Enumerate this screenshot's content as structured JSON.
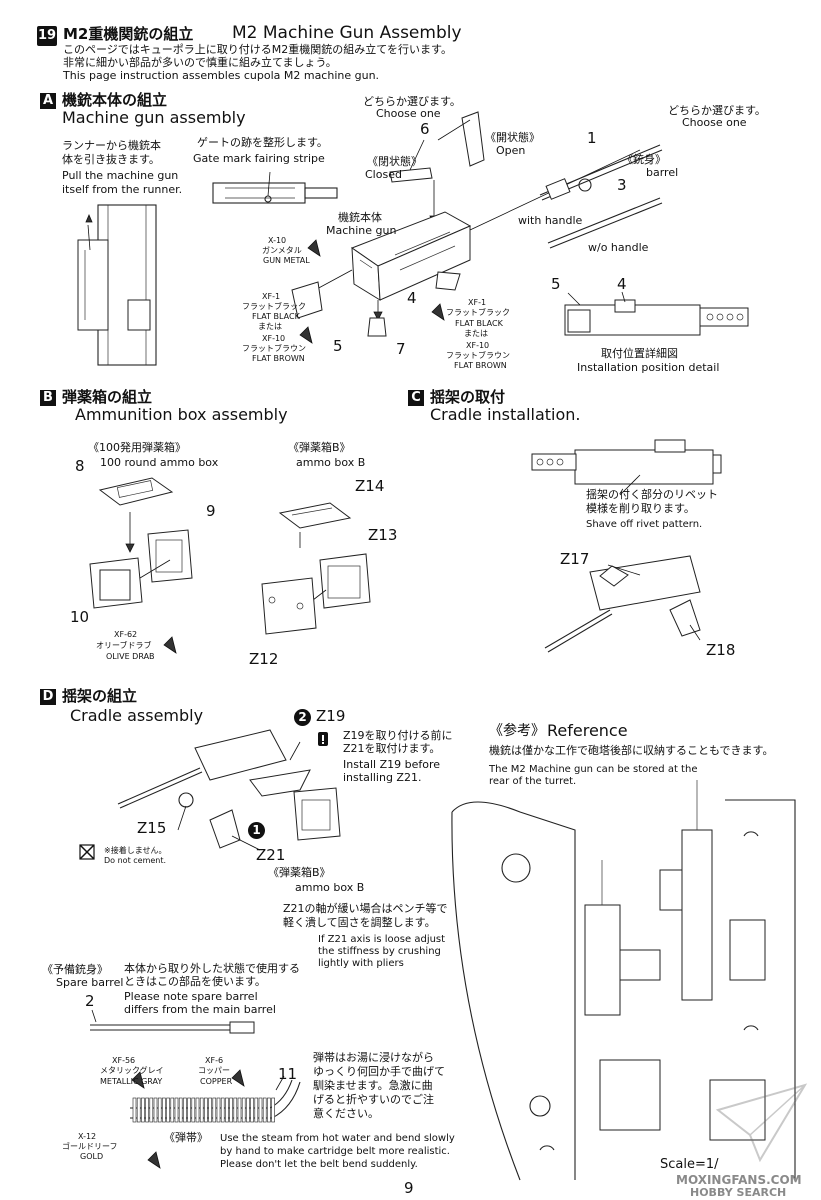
{
  "header": {
    "step_number": "19",
    "title_jp": "M2重機関銃の組立",
    "title_en": "M2 Machine Gun Assembly",
    "intro_jp_1": "このページではキューポラ上に取り付けるM2重機関銃の組み立てを行います。",
    "intro_jp_2": "非常に細かい部品が多いので慎重に組み立てましょう。",
    "intro_en": "This page instruction assembles cupola M2 machine gun."
  },
  "section_a": {
    "letter": "A",
    "title_jp": "機銃本体の組立",
    "title_en": "Machine gun assembly",
    "runner_jp_1": "ランナーから機銃本",
    "runner_jp_2": "体を引き抜きます。",
    "runner_en_1": "Pull the machine gun",
    "runner_en_2": "itself from the runner.",
    "gate_jp": "ゲートの跡を整形します。",
    "gate_en": "Gate mark fairing stripe",
    "choose_jp_1": "どちらか選びます。",
    "choose_en_1": "Choose one",
    "part6": "6",
    "open_jp": "《開状態》",
    "open_en": "Open",
    "closed_jp": "《閉状態》",
    "closed_en": "Closed",
    "choose_jp_2": "どちらか選びます。",
    "choose_en_2": "Choose one",
    "part1": "1",
    "barrel_jp": "《銃身》",
    "barrel_en": "barrel",
    "part3": "3",
    "with_handle": "with handle",
    "wo_handle": "w/o handle",
    "mg_jp": "機銃本体",
    "mg_en": "Machine gun",
    "x10_code": "X-10",
    "x10_jp": "ガンメタル",
    "x10_en": "GUN METAL",
    "xf1_code_l": "XF-1",
    "xf1_jp_l": "フラットブラック",
    "xf1_en_l": "FLAT BLACK",
    "or_l": "または",
    "xf10_code_l": "XF-10",
    "xf10_jp_l": "フラットブラウン",
    "xf10_en_l": "FLAT BROWN",
    "part5": "5",
    "part7": "7",
    "part4": "4",
    "xf1_code_r": "XF-1",
    "xf1_jp_r": "フラットブラック",
    "xf1_en_r": "FLAT BLACK",
    "or_r": "または",
    "xf10_code_r": "XF-10",
    "xf10_jp_r": "フラットブラウン",
    "xf10_en_r": "FLAT BROWN",
    "detail_5": "5",
    "detail_4": "4",
    "detail_jp": "取付位置詳細図",
    "detail_en": "Installation position detail"
  },
  "section_b": {
    "letter": "B",
    "title_jp": "弾薬箱の組立",
    "title_en": "Ammunition box assembly",
    "box100_jp": "《100発用弾薬箱》",
    "box100_en": "100 round ammo box",
    "boxb_jp": "《弾薬箱B》",
    "boxb_en": "ammo box B",
    "part8": "8",
    "part9": "9",
    "part10": "10",
    "z14": "Z14",
    "z13": "Z13",
    "z12": "Z12",
    "xf62_code": "XF-62",
    "xf62_jp": "オリーブドラブ",
    "xf62_en": "OLIVE DRAB"
  },
  "section_c": {
    "letter": "C",
    "title_jp": "揺架の取付",
    "title_en": "Cradle installation.",
    "rivet_jp_1": "揺架の付く部分のリベット",
    "rivet_jp_2": "模様を削り取ります。",
    "rivet_en": "Shave off rivet pattern.",
    "z17": "Z17",
    "z18": "Z18"
  },
  "section_d": {
    "letter": "D",
    "title_jp": "揺架の組立",
    "title_en": "Cradle assembly",
    "step2": "2",
    "z19": "Z19",
    "z19_note_jp_1": "Z19を取り付ける前に",
    "z19_note_jp_2": "Z21を取付けます。",
    "z19_note_en_1": "Install Z19 before",
    "z19_note_en_2": "installing Z21.",
    "z15": "Z15",
    "step1": "1",
    "z21": "Z21",
    "no_cement_jp": "※接着しません。",
    "no_cement_en": "Do not cement.",
    "boxb_jp": "《弾薬箱B》",
    "boxb_en": "ammo box B",
    "axis_jp_1": "Z21の軸が緩い場合はペンチ等で",
    "axis_jp_2": "軽く潰して固さを調整します。",
    "axis_en_1": "If Z21 axis is loose adjust",
    "axis_en_2": "the stiffness by crushing",
    "axis_en_3": "lightly with pliers"
  },
  "spare": {
    "title_jp": "《予備銃身》",
    "title_en": "Spare barrel",
    "note_jp_1": "本体から取り外した状態で使用する",
    "note_jp_2": "ときはこの部品を使います。",
    "note_en_1": "Please note spare barrel",
    "note_en_2": "differs from the main barrel",
    "part2": "2"
  },
  "belt": {
    "xf56_code": "XF-56",
    "xf56_jp": "メタリックグレイ",
    "xf56_en": "METALLIC GRAY",
    "xf6_code": "XF-6",
    "xf6_jp": "コッパー",
    "xf6_en": "COPPER",
    "part11": "11",
    "note_jp_1": "弾帯はお湯に浸けながら",
    "note_jp_2": "ゆっくり何回か手で曲げて",
    "note_jp_3": "馴染ませます。急激に曲",
    "note_jp_4": "げると折やすいのでご注",
    "note_jp_5": "意ください。",
    "x12_code": "X-12",
    "x12_jp": "ゴールドリーフ",
    "x12_en": "GOLD",
    "belt_jp": "《弾帯》",
    "belt_en_1": "Use the steam from hot water and bend slowly",
    "belt_en_2": "by hand to make cartridge belt more realistic.",
    "belt_en_3": "Please don't let the belt bend suddenly."
  },
  "reference": {
    "title_jp": "《参考》",
    "title_en": "Reference",
    "note_jp": "機銃は僅かな工作で砲塔後部に収納することもできます。",
    "note_en_1": "The M2 Machine gun can be stored at the",
    "note_en_2": "rear of the turret.",
    "scale": "Scale=1/"
  },
  "footer": {
    "page_number": "9",
    "watermark_1": "MOXINGFANS.COM",
    "watermark_2": "HOBBY SEARCH"
  }
}
